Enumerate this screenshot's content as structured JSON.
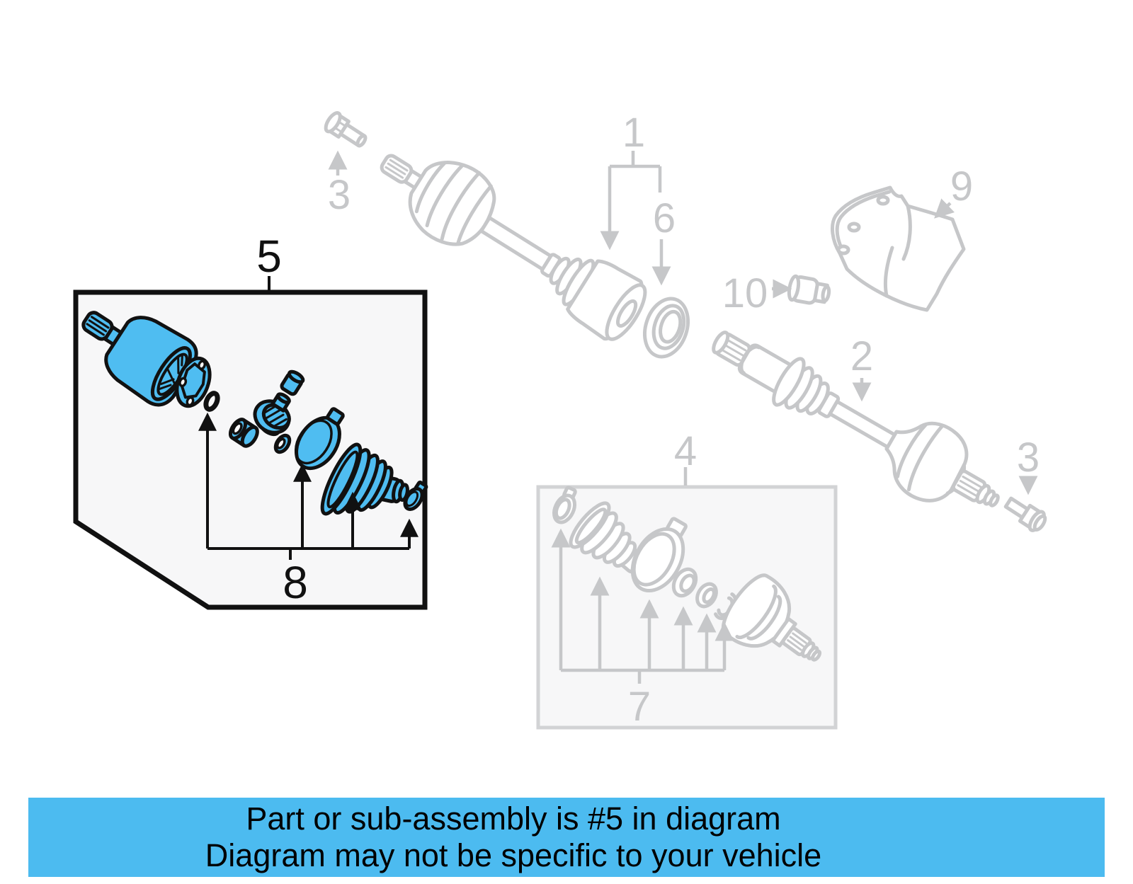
{
  "banner": {
    "line1": "Part or sub-assembly is #5 in diagram",
    "line2": "Diagram may not be specific to your vehicle"
  },
  "diagram": {
    "callouts": {
      "c1": "1",
      "c2": "2",
      "c3_upper": "3",
      "c3_lower": "3",
      "c4": "4",
      "c5": "5",
      "c6": "6",
      "c7": "7",
      "c8": "8",
      "c9": "9",
      "c10": "10"
    }
  },
  "colors": {
    "banner_bg": "#4cbbf0",
    "highlight_fill": "#4fbdf1",
    "diagram_gray": "#c6c7c9",
    "outline_black": "#111111",
    "box_fill": "#f7f7f8"
  }
}
